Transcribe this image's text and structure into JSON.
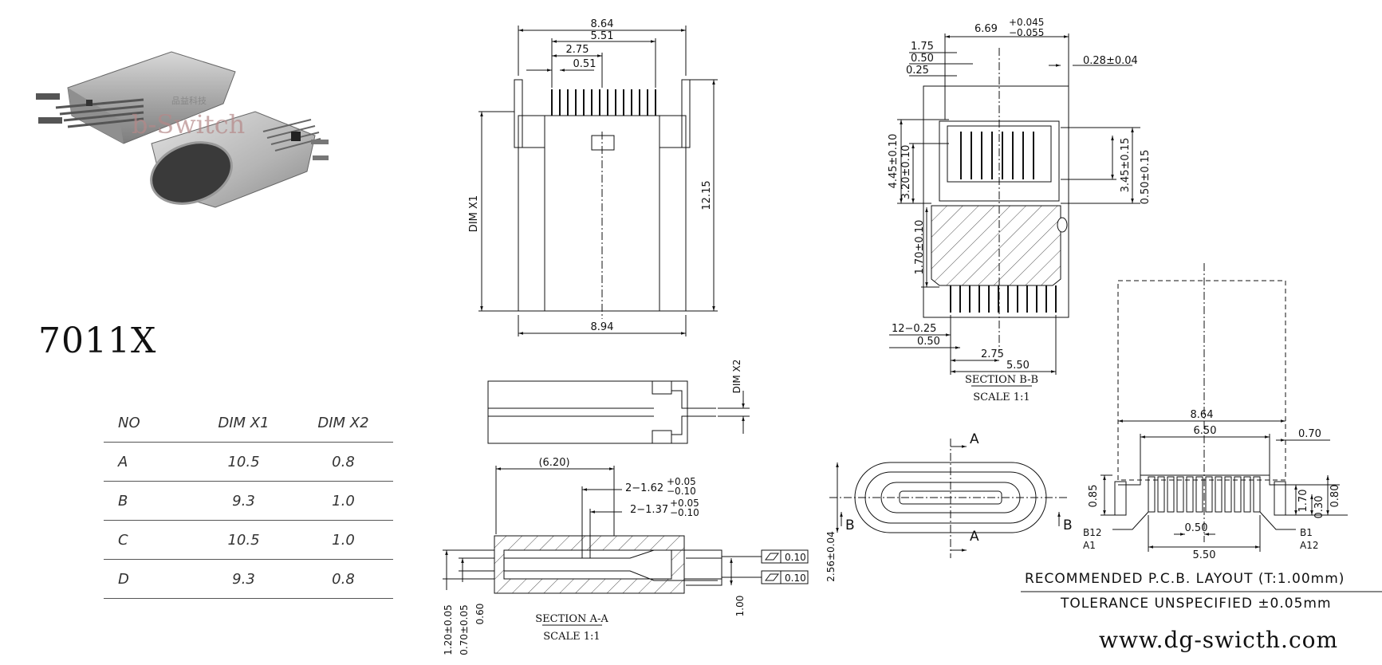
{
  "product": {
    "model": "7011X",
    "photo_watermark": "b-Switch",
    "photo_watermark_cjk": "品益科技"
  },
  "dim_table": {
    "headers": [
      "NO",
      "DIM X1",
      "DIM X2"
    ],
    "rows": [
      [
        "A",
        "10.5",
        "0.8"
      ],
      [
        "B",
        "9.3",
        "1.0"
      ],
      [
        "C",
        "10.5",
        "1.0"
      ],
      [
        "D",
        "9.3",
        "0.8"
      ]
    ]
  },
  "front_view": {
    "dim_top_outer": "8.64",
    "dim_top_inner": "5.51",
    "dim_pitch_span": "2.75",
    "dim_pitch": "0.51",
    "dim_bottom": "8.94",
    "dim_height": "12.15",
    "dim_x1_label": "DIM X1"
  },
  "side_view": {
    "dim_x2_label": "DIM X2"
  },
  "section_aa": {
    "dim_length": "(6.20)",
    "dim_hole1": "2−1.62",
    "dim_hole1_tol_up": "+0.05",
    "dim_hole1_tol_dn": "−0.10",
    "dim_hole2": "2−1.37",
    "dim_hole2_tol_up": "+0.05",
    "dim_hole2_tol_dn": "−0.10",
    "flatness_1": "0.10",
    "flatness_2": "0.10",
    "dim_1": "1.00",
    "dim_2": "0.60",
    "dim_3": "0.70±0.05",
    "dim_4": "1.20±0.05",
    "title": "SECTION A-A",
    "scale": "SCALE 1:1"
  },
  "section_bb": {
    "dim_width": "6.69",
    "dim_width_tol_up": "+0.045",
    "dim_width_tol_dn": "−0.055",
    "dim_a": "1.75",
    "dim_b": "0.50",
    "dim_c": "0.25",
    "dim_d": "0.28±0.04",
    "dim_e": "4.45±0.10",
    "dim_f": "3.20±0.10",
    "dim_g": "1.70±0.10",
    "dim_h": "3.45±0.15",
    "dim_i": "0.50±0.15",
    "dim_j": "12−0.25",
    "dim_k": "0.50",
    "dim_l": "2.75",
    "dim_m": "5.50",
    "title": "SECTION B-B",
    "scale": "SCALE 1:1"
  },
  "end_view": {
    "marker_a": "A",
    "marker_b": "B",
    "dim_height": "2.56±0.04"
  },
  "pcb_layout": {
    "dim_outer": "8.64",
    "dim_inner": "6.50",
    "dim_edge": "0.70",
    "dim_a": "0.85",
    "dim_b": "1.70",
    "dim_c": "0.30",
    "dim_d": "0.80",
    "dim_pitch": "0.50",
    "dim_span": "5.50",
    "pin_b12": "B12",
    "pin_a1": "A1",
    "pin_b1": "B1",
    "pin_a12": "A12"
  },
  "footer": {
    "recommended": "RECOMMENDED   P.C.B. LAYOUT (T:1.00mm)",
    "tolerance": "TOLERANCE UNSPECIFIED ±0.05mm",
    "url": "www.dg-swicth.com"
  }
}
